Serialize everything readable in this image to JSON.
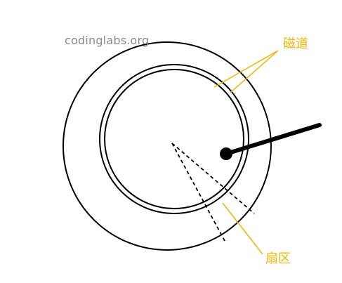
{
  "watermark": "codinglabs.org",
  "labels": {
    "track": "磁道",
    "sector": "扇区"
  },
  "colors": {
    "line": "#000000",
    "annotation": "#f5b400",
    "watermark": "#8a8a8a",
    "background": "#ffffff"
  }
}
